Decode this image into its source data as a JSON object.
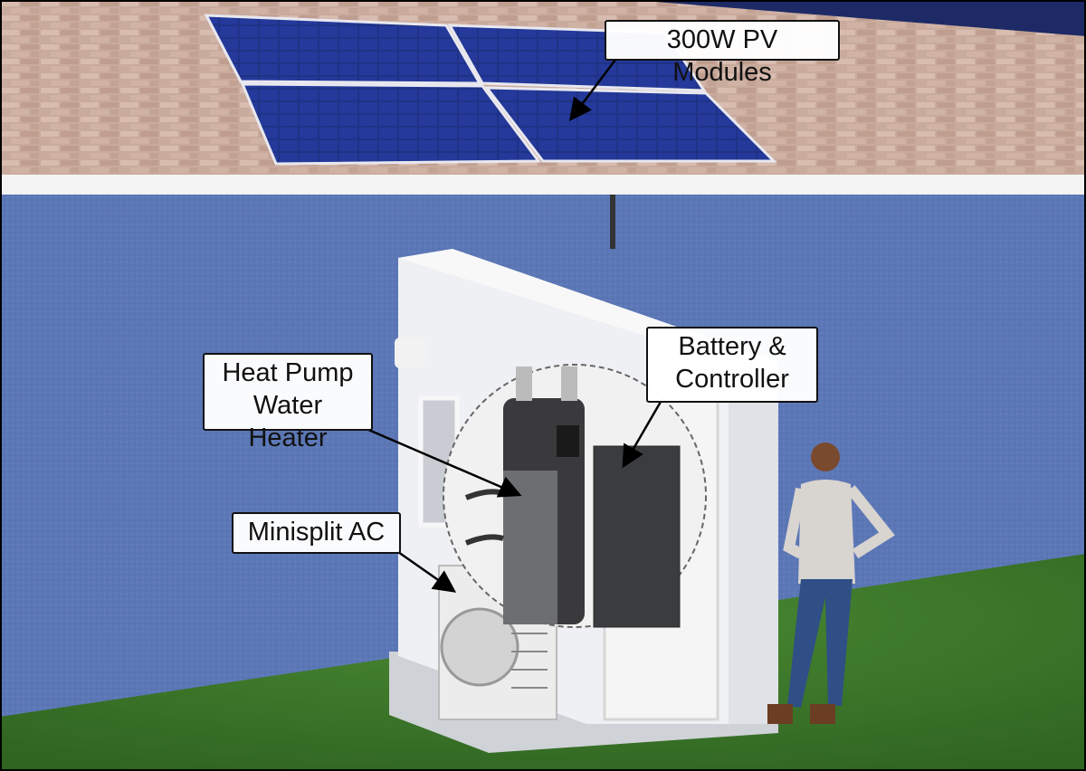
{
  "labels": {
    "pv_modules": "300W PV Modules",
    "battery_line1": "Battery &",
    "battery_line2": "Controller",
    "heat_pump_line1": "Heat Pump",
    "heat_pump_line2": "Water Heater",
    "minisplit": "Minisplit AC"
  },
  "colors": {
    "wall": "#5c77b6",
    "roof": "#c8aa9c",
    "grass": "#3f7a2c",
    "panel": "#1d2f7a",
    "shed": "#eef0f3"
  }
}
